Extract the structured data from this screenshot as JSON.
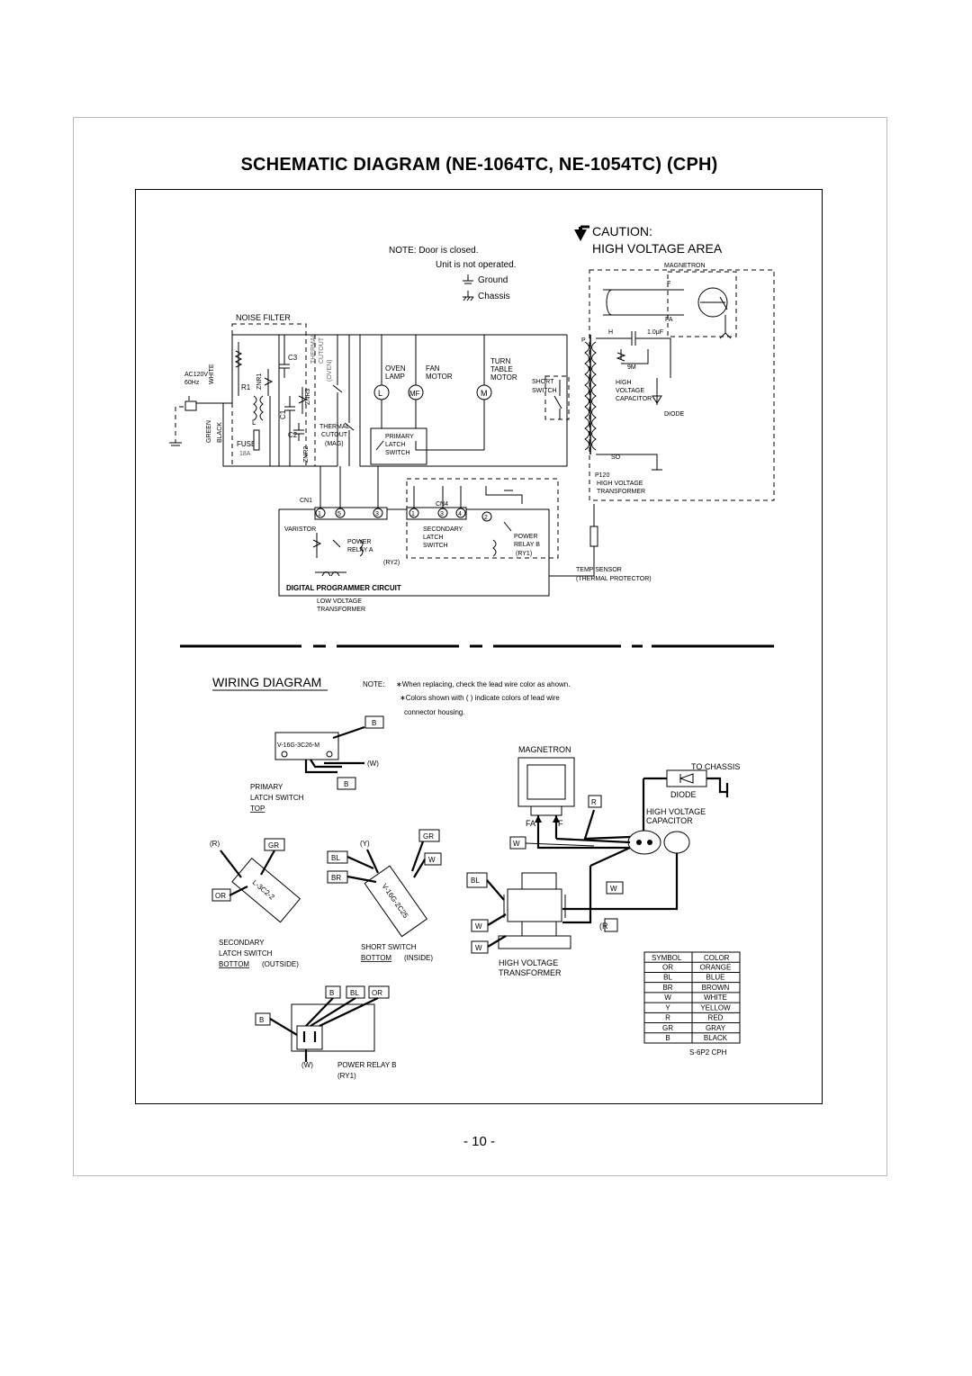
{
  "title": "SCHEMATIC DIAGRAM (NE-1064TC, NE-1054TC) (CPH)",
  "page_number": "- 10 -",
  "caution": {
    "line1": "CAUTION:",
    "line2": "HIGH VOLTAGE AREA"
  },
  "note": {
    "line1": "NOTE: Door is closed.",
    "line2": "Unit is not operated.",
    "ground": "Ground",
    "chassis": "Chassis"
  },
  "schematic": {
    "noise_filter": "NOISE FILTER",
    "ac_supply": [
      "AC120V",
      "60Hz"
    ],
    "wire_colors": {
      "white": "WHITE",
      "green": "GREEN",
      "black": "BLACK"
    },
    "r1": "R1",
    "l": "L",
    "znr1": "ZNR1",
    "znr2": "ZNR2",
    "znr3": "ZNR3",
    "c1": "C1",
    "c2": "C2",
    "c3": "C3",
    "fuse": "FUSE",
    "fuse_rating": "18A",
    "thermal_cutout_oven": [
      "THERMAL",
      "CUTOUT",
      "(OVEN)"
    ],
    "thermal_cutout_mag": [
      "THERMAL",
      "CUTOUT",
      "(MAG)"
    ],
    "oven_lamp": [
      "OVEN",
      "LAMP"
    ],
    "fan_motor": [
      "FAN",
      "MOTOR"
    ],
    "turn_table_motor": [
      "TURN",
      "TABLE",
      "MOTOR"
    ],
    "lamp_symbol": "L",
    "fan_symbol": "MF",
    "motor_symbol": "M",
    "primary_latch_switch": [
      "PRIMARY",
      "LATCH",
      "SWITCH"
    ],
    "short_switch": [
      "SHORT",
      "SWITCH"
    ],
    "magnetron": "MAGNETRON",
    "f": "F",
    "fa": "FA",
    "h": "H",
    "cap_value": "1.0μF",
    "resistor_value": "9M",
    "hv_capacitor": [
      "HIGH",
      "VOLTAGE",
      "CAPACITOR"
    ],
    "diode": "DIODE",
    "so": "SO",
    "p120": "P120",
    "hv_transformer": [
      "HIGH VOLTAGE",
      "TRANSFORMER"
    ],
    "p": "P",
    "cn1": "CN1",
    "cn4": "CN4",
    "cn1_pins": [
      "1",
      "5",
      "3"
    ],
    "cn4_pins": [
      "1",
      "3",
      "4"
    ],
    "pin2": "2",
    "varistor": "VARISTOR",
    "power_relay_a": [
      "POWER",
      "RELAY A",
      "(RY2)"
    ],
    "secondary_latch_switch": [
      "SECONDARY",
      "LATCH",
      "SWITCH"
    ],
    "power_relay_b": [
      "POWER",
      "RELAY B",
      "(RY1)"
    ],
    "temp_sensor": [
      "TEMP SENSOR",
      "(THERMAL PROTECTOR)"
    ],
    "digital_programmer_circuit": "DIGITAL PROGRAMMER CIRCUIT",
    "low_voltage_transformer": [
      "LOW VOLTAGE",
      "TRANSFORMER"
    ]
  },
  "wiring": {
    "heading": "WIRING DIAGRAM",
    "note_label": "NOTE:",
    "note_lines": [
      "∗When replacing, check the lead wire color as ahown.",
      "∗Colors shown with  (    )  indicate colors of lead wire",
      "connector housing."
    ],
    "primary_part_no": "V-16G-3C26-M",
    "primary_tags": [
      "B",
      "(W)",
      "B"
    ],
    "primary_label": [
      "PRIMARY",
      "LATCH SWITCH"
    ],
    "primary_side": "TOP",
    "secondary_tags": [
      "(R)",
      "GR",
      "OR"
    ],
    "secondary_part_no": "L-3C2-2",
    "secondary_label": [
      "SECONDARY",
      "LATCH SWITCH"
    ],
    "secondary_side": "BOTTOM",
    "secondary_side_note": "(OUTSIDE)",
    "short_tags": [
      "(Y)",
      "GR",
      "BL",
      "W",
      "BR"
    ],
    "short_part_no": "V-16G-2C25",
    "short_label": "SHORT SWITCH",
    "short_side": "BOTTOM",
    "short_side_note": "(INSIDE)",
    "magnetron": "MAGNETRON",
    "fa": "FA",
    "f": "F",
    "to_chassis": "TO CHASSIS",
    "diode": "DIODE",
    "hv_capacitor": [
      "HIGH VOLTAGE",
      "CAPACITOR"
    ],
    "hv_transformer": [
      "HIGH VOLTAGE",
      "TRANSFORMER"
    ],
    "trans_tags": [
      "R",
      "W",
      "BL",
      "W",
      "W",
      "W",
      "(R"
    ],
    "relay_tags": [
      "B",
      "BL",
      "OR",
      "B",
      "(W)"
    ],
    "relay_label": [
      "POWER RELAY B",
      "(RY1)"
    ],
    "color_table": {
      "headers": [
        "SYMBOL",
        "COLOR"
      ],
      "rows": [
        [
          "OR",
          "ORANGE"
        ],
        [
          "BL",
          "BLUE"
        ],
        [
          "BR",
          "BROWN"
        ],
        [
          "W",
          "WHITE"
        ],
        [
          "Y",
          "YELLOW"
        ],
        [
          "R",
          "RED"
        ],
        [
          "GR",
          "GRAY"
        ],
        [
          "B",
          "BLACK"
        ]
      ]
    },
    "model_code": "S-6P2 CPH"
  }
}
